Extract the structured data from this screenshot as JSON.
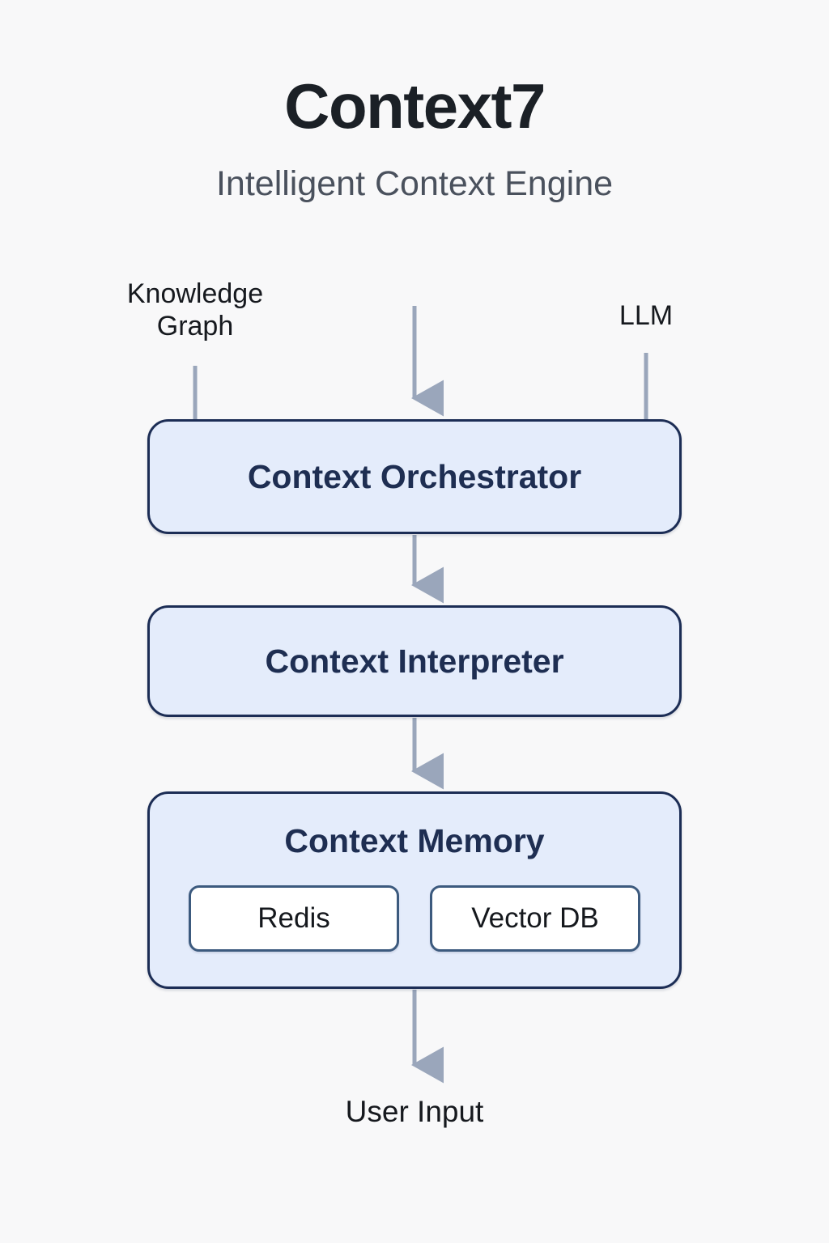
{
  "header": {
    "title": "Context7",
    "subtitle": "Intelligent Context Engine"
  },
  "inputs": {
    "knowledge_graph_label": "Knowledge\nGraph",
    "llm_label": "LLM"
  },
  "output": {
    "user_input_label": "User Input"
  },
  "pipeline": {
    "stages": [
      {
        "name": "orchestrator",
        "label": "Context Orchestrator"
      },
      {
        "name": "interpreter",
        "label": "Context Interpreter"
      },
      {
        "name": "memory",
        "label": "Context Memory",
        "components": [
          {
            "label": "Redis"
          },
          {
            "label": "Vector DB"
          }
        ]
      }
    ]
  },
  "connectors": [
    {
      "from": "Knowledge Graph",
      "to": "Context Orchestrator",
      "arrowhead": false
    },
    {
      "from": "top",
      "to": "Context Orchestrator",
      "arrowhead": true
    },
    {
      "from": "LLM",
      "to": "Context Orchestrator",
      "arrowhead": false
    },
    {
      "from": "Context Orchestrator",
      "to": "Context Interpreter",
      "arrowhead": true
    },
    {
      "from": "Context Interpreter",
      "to": "Context Memory",
      "arrowhead": true
    },
    {
      "from": "Context Memory",
      "to": "User Input",
      "arrowhead": true
    }
  ],
  "colors": {
    "background": "#f8f8f9",
    "box_fill": "#e4ecfb",
    "box_border": "#1c2d55",
    "box_text": "#1e2e52",
    "chip_fill": "#ffffff",
    "chip_border": "#3c5a7e",
    "connector": "#9aa6bb",
    "title_text": "#1b2026",
    "subtitle_text": "#4a515d"
  }
}
